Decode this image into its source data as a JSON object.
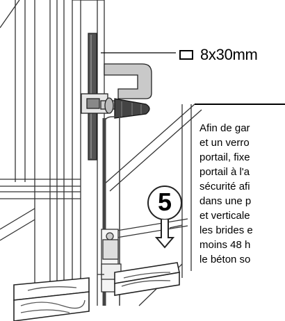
{
  "dimension": {
    "icon": "square-section-icon",
    "label": "8x30mm"
  },
  "step_number": "5",
  "instructions": [
    "Afin de gar",
    "et un verro",
    "portail, fixe",
    "portail à l'a",
    "sécurité afi",
    "dans une p",
    "et verticale",
    "les brides e",
    "moins 48 h",
    "le béton so"
  ]
}
